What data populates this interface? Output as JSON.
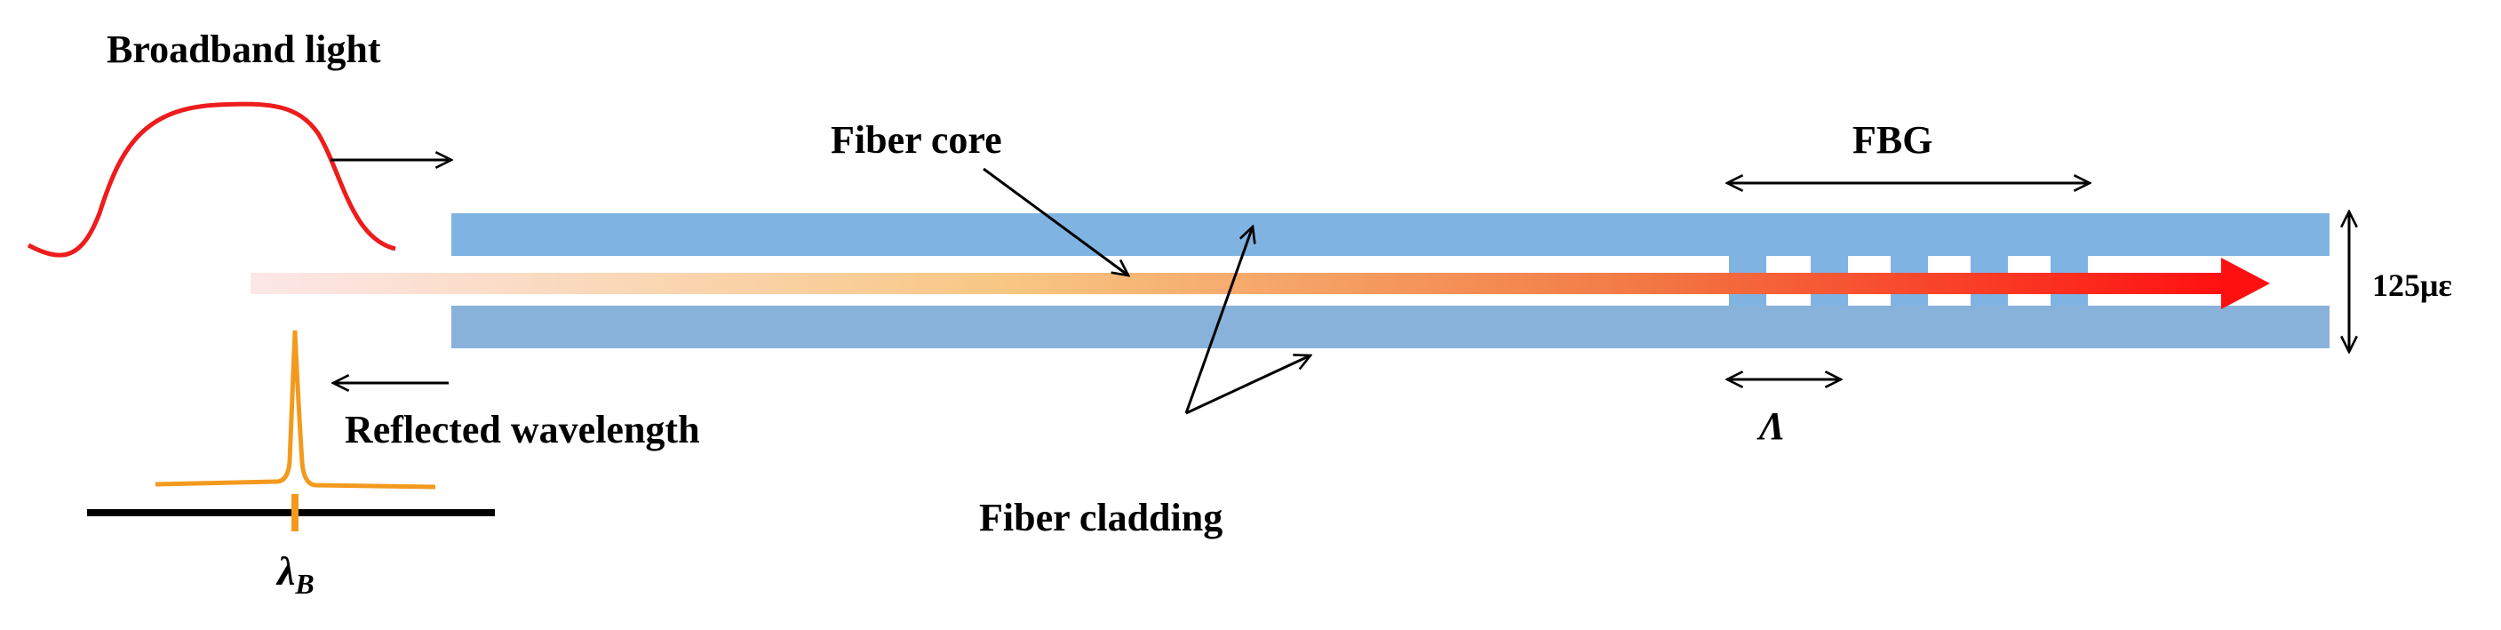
{
  "labels": {
    "broadband_light": "Broadband light",
    "fiber_core": "Fiber core",
    "fbg": "FBG",
    "diameter": "125μɛ",
    "reflected_wavelength": "Reflected wavelength",
    "fiber_cladding": "Fiber cladding",
    "grating_period": "Λ",
    "bragg_symbol": "λ",
    "bragg_subscript": "B"
  },
  "colors": {
    "cladding": "#7FB3E2",
    "broadband_curve": "#EE1C1C",
    "reflected_peak": "#F39A1E",
    "arrow_start": "#FCE7E8",
    "arrow_mid": "#F8C784",
    "arrow_end": "#FF0000",
    "baseline": "#000000"
  },
  "icons": {
    "broadband_spectrum": "broadband-spectrum-curve-icon",
    "reflected_spectrum": "reflected-peak-curve-icon"
  }
}
